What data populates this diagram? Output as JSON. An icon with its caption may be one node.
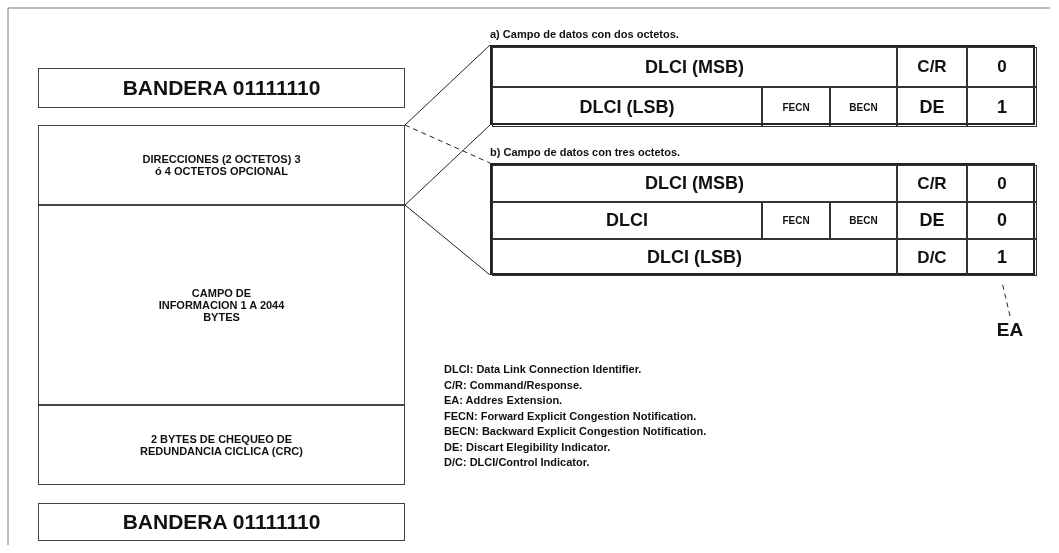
{
  "diagram": {
    "nodes": [
      {
        "text": [
          "BANDERA 01111110"
        ]
      },
      {
        "text": [
          "DIRECCIONES (2 OCTETOS) 3 ó 4 OCTETOS OPCIONAL"
        ]
      },
      {
        "text": [
          "CAMPO DE INFORMACION 1 A 2044 BYTES"
        ]
      },
      {
        "text": [
          "2 BYTES DE CHEQUEO DE REDUNDANCIA CICLICA (CRC)"
        ]
      },
      {
        "text": [
          "BANDERA 01111110"
        ]
      },
      {
        "text": [
          "a) Campo de datos con dos octetos."
        ]
      },
      {
        "text": [
          "DLCI (MSB)"
        ],
        "in": 5
      },
      {
        "text": [
          "C/R"
        ],
        "in": 5
      },
      {
        "text": [
          "0"
        ],
        "in": 5
      },
      {
        "text": [
          "DLCI (LSB)"
        ],
        "in": 5
      },
      {
        "text": [
          "FECN"
        ],
        "in": 5
      },
      {
        "text": [
          "BECN"
        ],
        "in": 5
      },
      {
        "text": [
          "DE"
        ],
        "in": 5
      },
      {
        "text": [
          "1"
        ],
        "in": 5
      },
      {
        "text": [
          "b) Campo de datos con tres octetos."
        ]
      },
      {
        "text": [
          "DLCI (MSB)"
        ],
        "in": 14
      },
      {
        "text": [
          "C/R"
        ],
        "in": 14
      },
      {
        "text": [
          "0"
        ],
        "in": 14
      },
      {
        "text": [
          "DLCI"
        ],
        "in": 14
      },
      {
        "text": [
          "FECN"
        ],
        "in": 14
      },
      {
        "text": [
          "BECN"
        ],
        "in": 14
      },
      {
        "text": [
          "DE"
        ],
        "in": 14
      },
      {
        "text": [
          "0"
        ],
        "in": 14
      },
      {
        "text": [
          "DLCI (LSB)"
        ],
        "in": 14
      },
      {
        "text": [
          "D/C"
        ],
        "in": 14
      },
      {
        "text": [
          "1"
        ],
        "in": 14
      },
      {
        "text": [
          "EA"
        ]
      }
    ],
    "edges": [
      {
        "from": 1,
        "to": 5,
        "arrow": "none"
      },
      {
        "from": 1,
        "to": 5,
        "arrow": "none"
      },
      {
        "from": 1,
        "to": 14,
        "arrow": "none",
        "style": "dashed"
      },
      {
        "from": 1,
        "to": 14,
        "arrow": "none"
      },
      {
        "from": 26,
        "to": 25,
        "arrow": "none",
        "style": "dashed"
      }
    ],
    "labels": [
      "DLCI: Data Link Connection Identifier.",
      "C/R: Command/Response.",
      "EA: Addres Extension.",
      "FECN: Forward Explicit Congestion Notification.",
      "BECN: Backward Explicit Congestion Notification.",
      "DE: Discart Elegibility Indicator.",
      "D/C: DLCI/Control Indicator."
    ]
  }
}
